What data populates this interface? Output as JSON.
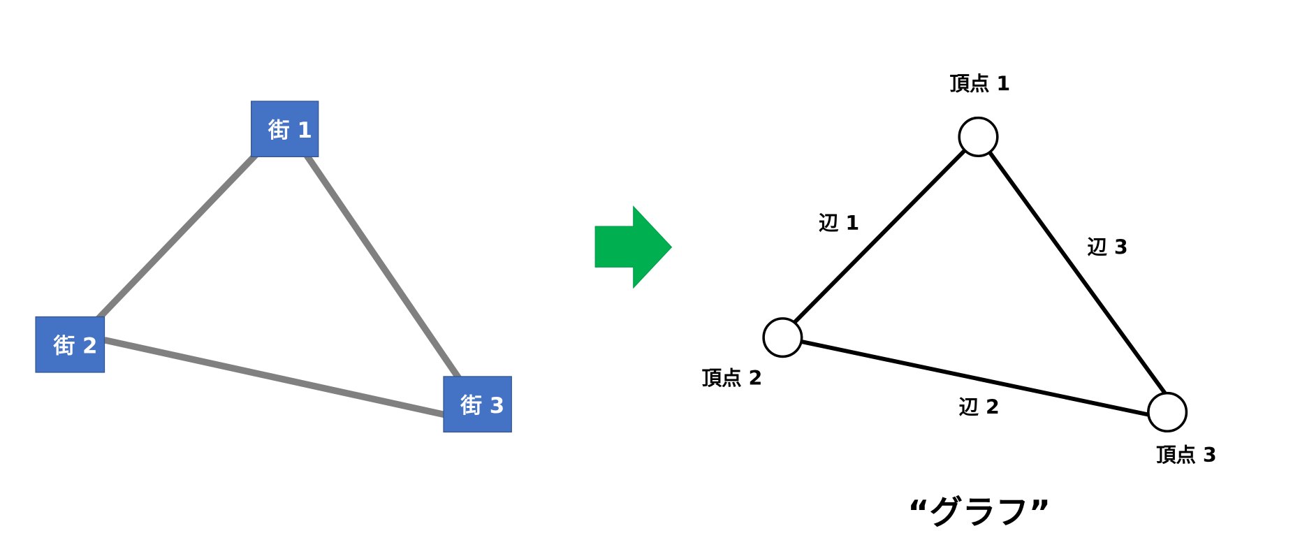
{
  "left": {
    "towns": [
      {
        "label": "街 1"
      },
      {
        "label": "街 2"
      },
      {
        "label": "街 3"
      }
    ],
    "colors": {
      "box": "#4472C4",
      "road": "#808080"
    }
  },
  "arrow": {
    "color": "#00B050"
  },
  "right": {
    "vertices": [
      {
        "label": "頂点 1"
      },
      {
        "label": "頂点 2"
      },
      {
        "label": "頂点 3"
      }
    ],
    "edges": [
      {
        "label": "辺 1"
      },
      {
        "label": "辺 2"
      },
      {
        "label": "辺 3"
      }
    ],
    "title": "“グラフ”"
  }
}
